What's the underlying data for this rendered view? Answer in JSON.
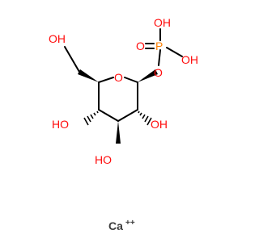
{
  "colors": {
    "background": "#ffffff",
    "bond": "#000000",
    "oxygen": "#ff0d0d",
    "phosphorus": "#ff8000",
    "calcium": "#3d3d3d"
  },
  "atoms": {
    "o_hydroxymethyl": "OH",
    "o_ring": "O",
    "o_anomeric": "O",
    "p": "P",
    "o_double": "O",
    "o_p_top": "OH",
    "o_p_right": "OH",
    "o_c4": "HO",
    "o_c3": "HO",
    "o_c2": "OH"
  },
  "ion": {
    "symbol": "Ca",
    "charge": "++"
  }
}
